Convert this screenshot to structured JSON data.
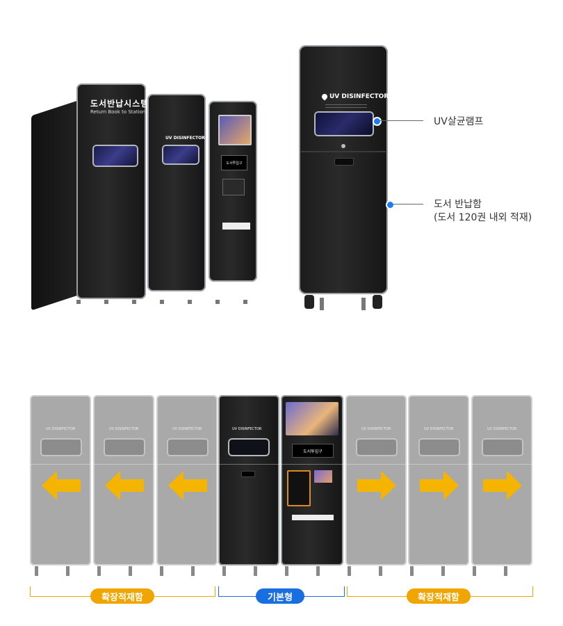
{
  "top_left_product": {
    "sign_title": "도서반납시스템",
    "sign_subtitle": "Return Book to Station",
    "unit_label": "UV DISINFECTOR",
    "kiosk_slot_label": "도서투입구"
  },
  "detail_unit": {
    "brand": "UV DISINFECTOR",
    "callouts": [
      {
        "label": "UV살균램프"
      },
      {
        "label": "도서 반납함"
      },
      {
        "label": "(도서 120권 내외 적재)"
      }
    ]
  },
  "bottom_row": {
    "unit_label": "UV DISINFECTOR",
    "kiosk_slot_label": "도서투입구",
    "groups": [
      {
        "label": "확장적재함",
        "color": "#f0a500"
      },
      {
        "label": "기본형",
        "color": "#1a6fe0"
      },
      {
        "label": "확장적재함",
        "color": "#f0a500"
      }
    ]
  }
}
